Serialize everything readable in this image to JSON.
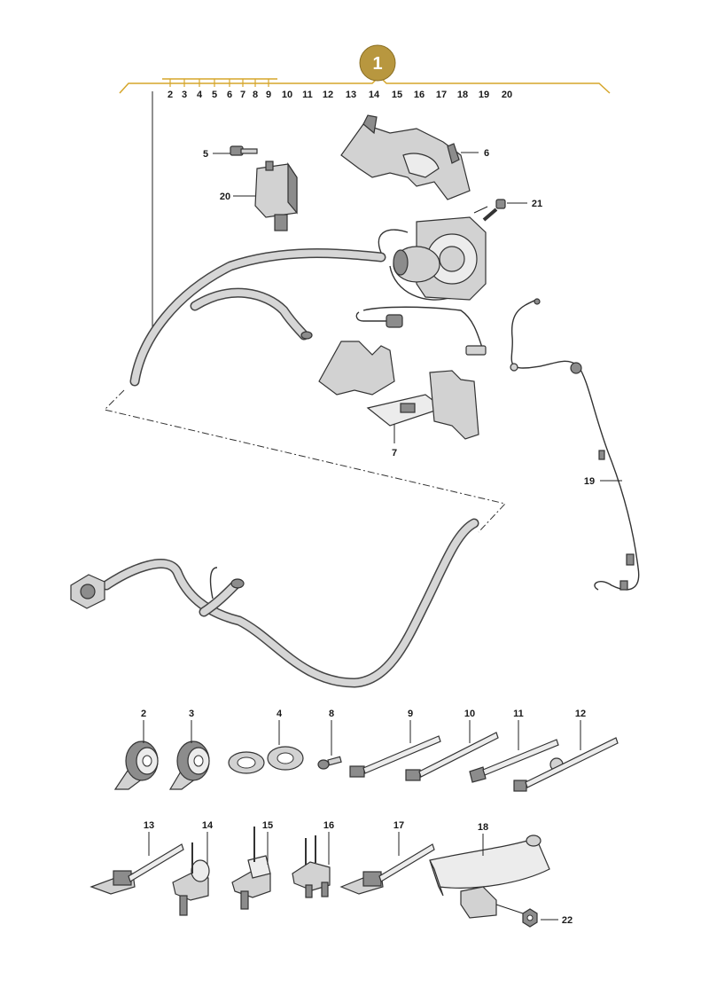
{
  "badge": {
    "label": "1",
    "color": "#b8973f"
  },
  "header_numbers": [
    "2",
    "3",
    "4",
    "5",
    "6",
    "7",
    "8",
    "9",
    "10",
    "11",
    "12",
    "13",
    "14",
    "15",
    "16",
    "17",
    "18",
    "19",
    "20"
  ],
  "callouts": {
    "p5": "5",
    "p6": "6",
    "p20": "20",
    "p21": "21",
    "p7": "7",
    "p19": "19",
    "b2": "2",
    "b3": "3",
    "b4": "4",
    "b8": "8",
    "b9": "9",
    "b10": "10",
    "b11": "11",
    "b12": "12",
    "c13": "13",
    "c14": "14",
    "c15": "15",
    "c16": "16",
    "c17": "17",
    "c18": "18",
    "c22": "22"
  },
  "colors": {
    "accent": "#d6a62a",
    "line": "#222222",
    "part": "#d2d2d2"
  }
}
